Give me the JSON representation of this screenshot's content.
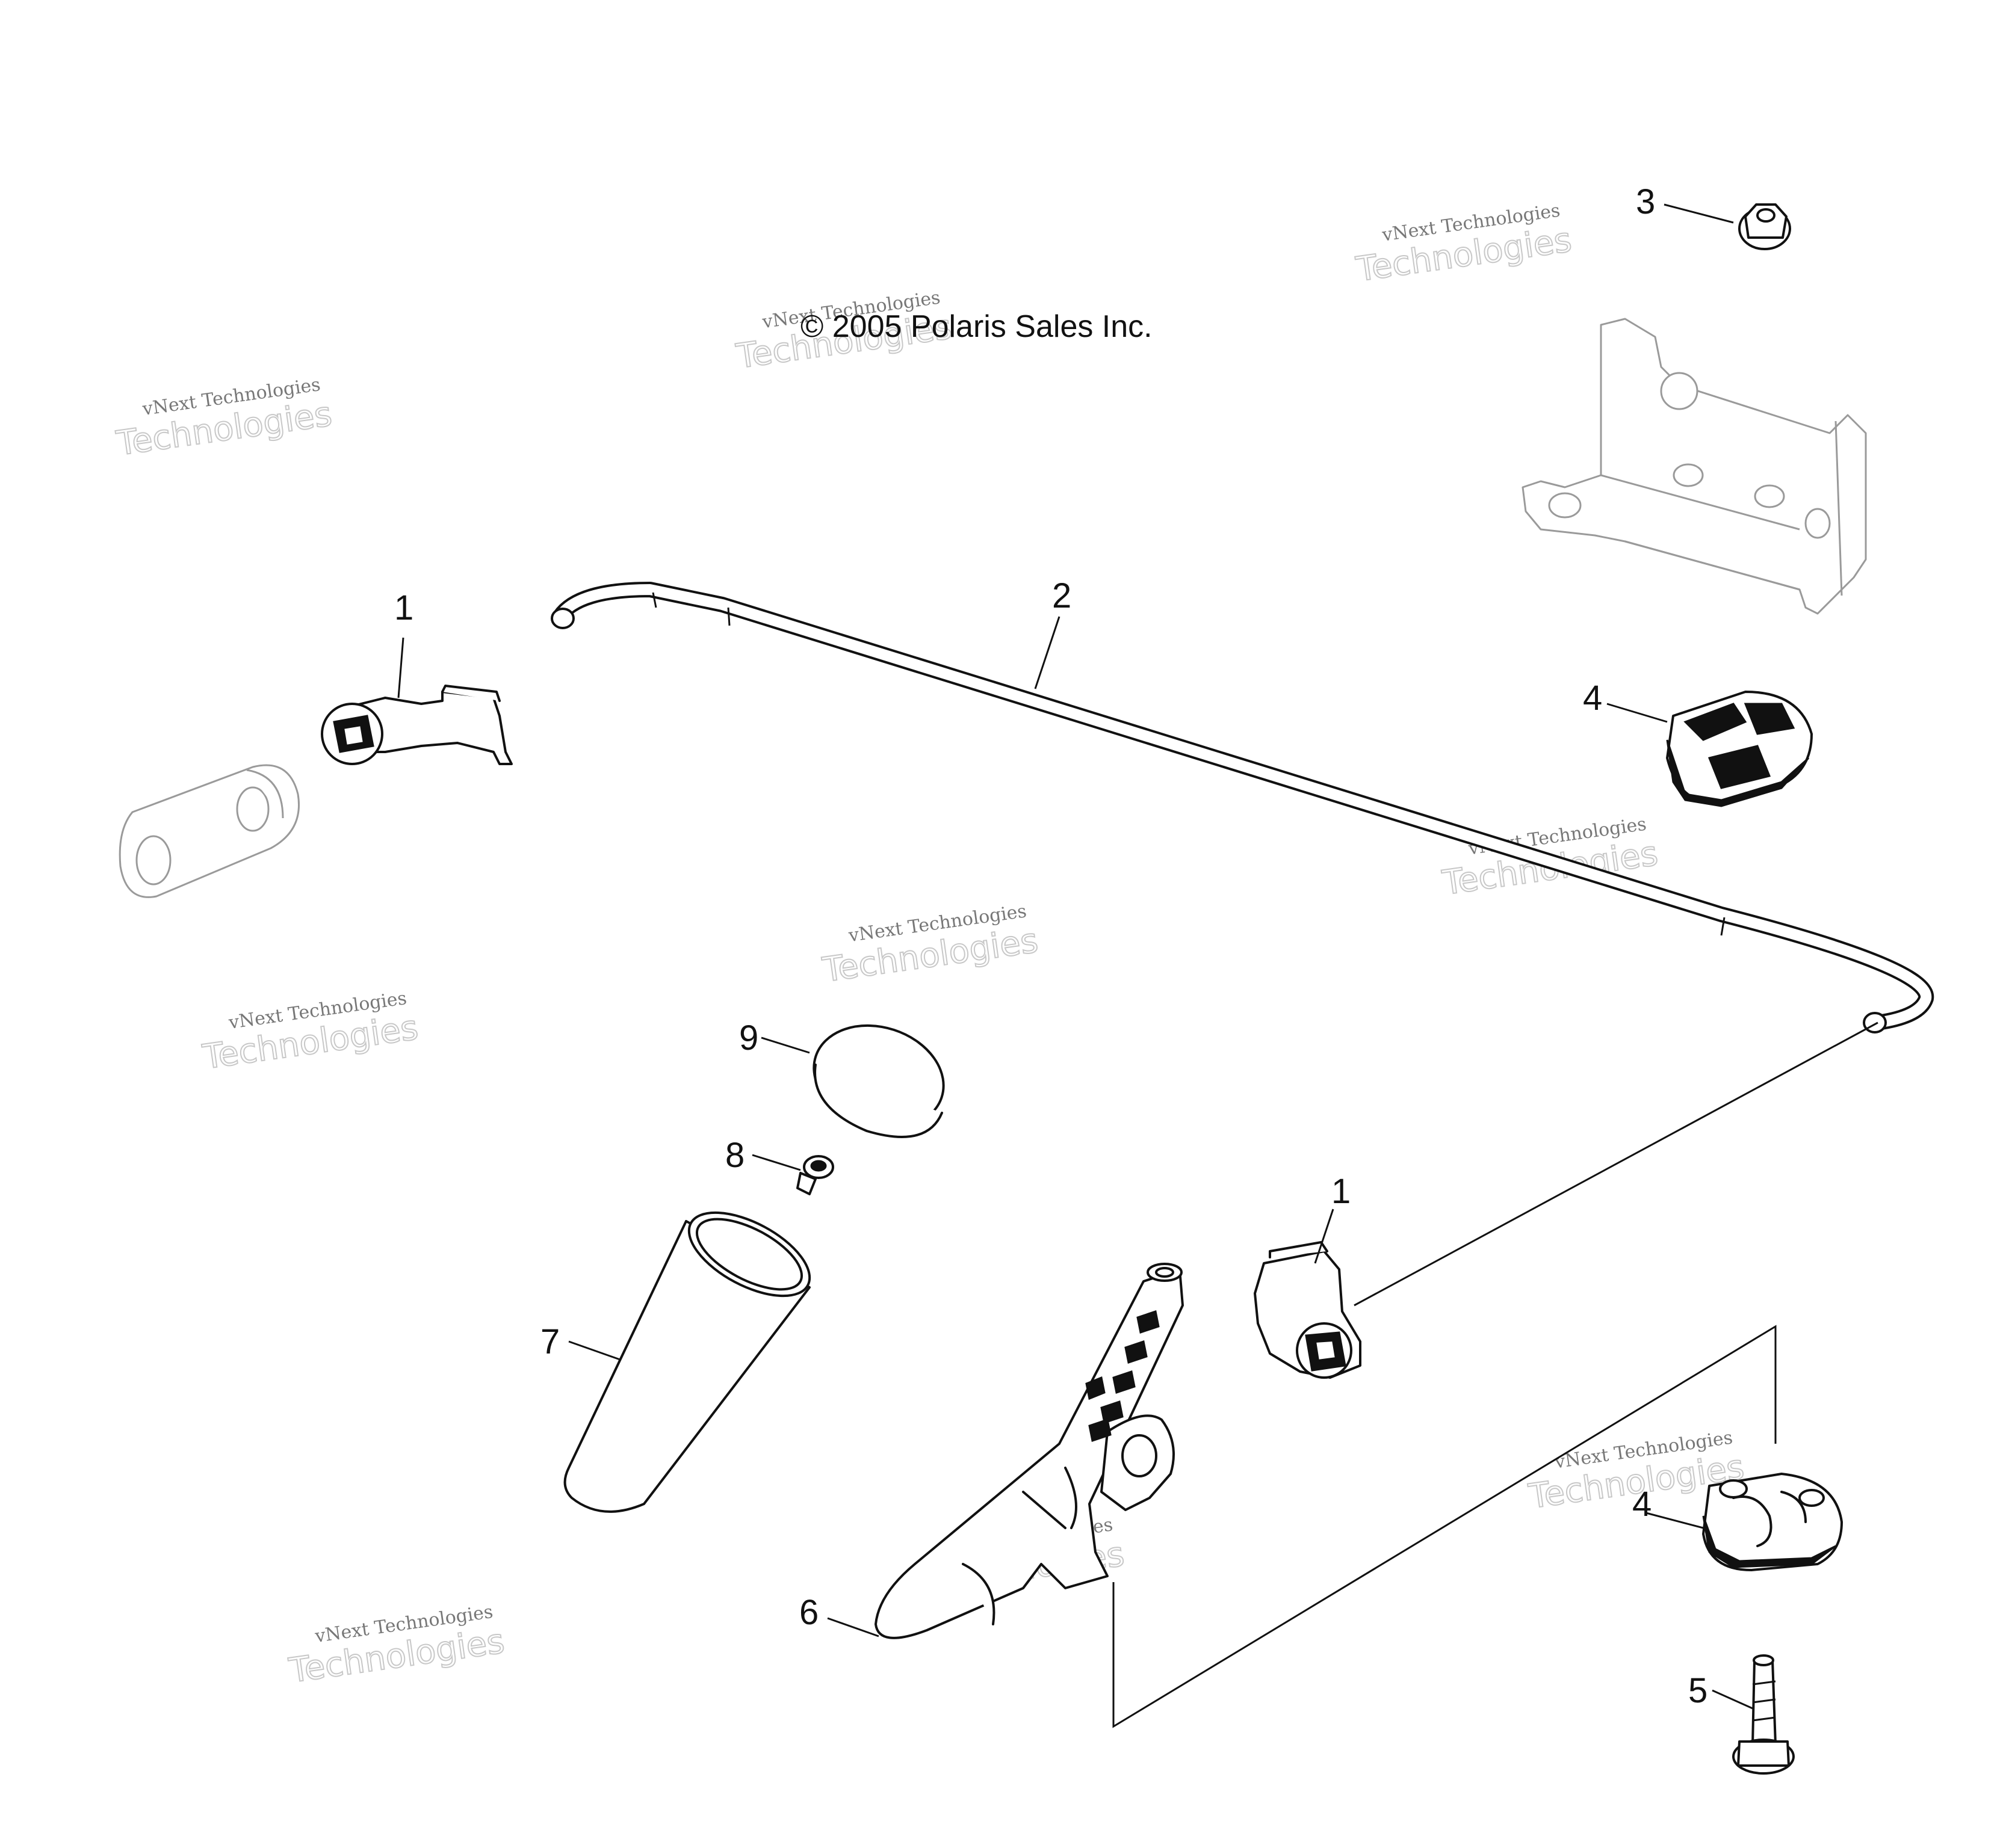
{
  "copyright": "© 2005 Polaris Sales Inc.",
  "watermark": {
    "line1": "vNext Technologies",
    "line2": "Technologies"
  },
  "callouts": {
    "c1a": "1",
    "c1b": "1",
    "c2": "2",
    "c3": "3",
    "c4a": "4",
    "c4b": "4",
    "c5": "5",
    "c6": "6",
    "c7": "7",
    "c8": "8",
    "c9": "9"
  }
}
